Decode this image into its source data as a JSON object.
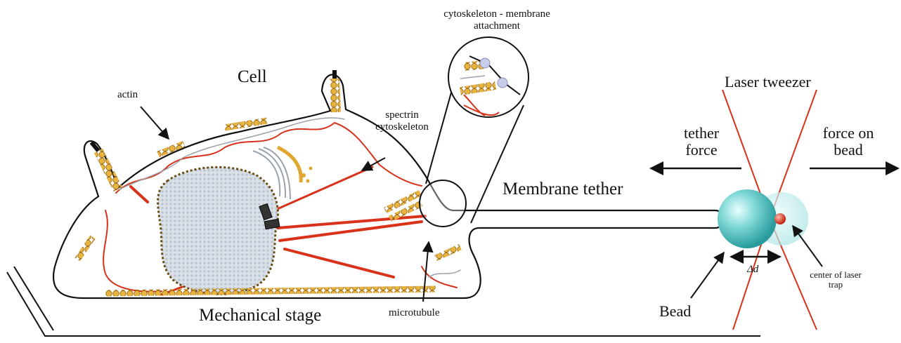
{
  "labels": {
    "cell": "Cell",
    "actin": "actin",
    "spectrin": "spectrin\ncytoskeleton",
    "attachment": "cytoskeleton - membrane\nattachment",
    "laser_tweezer": "Laser tweezer",
    "tether_force": "tether\nforce",
    "force_on_bead": "force on\nbead",
    "membrane_tether": "Membrane tether",
    "microtubule": "microtubule",
    "mechanical_stage": "Mechanical stage",
    "bead": "Bead",
    "delta_d": "Δd",
    "center_trap": "center of laser\ntrap"
  },
  "colors": {
    "outline": "#111111",
    "actin": "#e0a830",
    "actin_dark": "#9a6a10",
    "spectrin": "#d8321a",
    "nucleus": "#d6dde6",
    "bead": "#4fc7c7",
    "laser": "#d8321a"
  }
}
